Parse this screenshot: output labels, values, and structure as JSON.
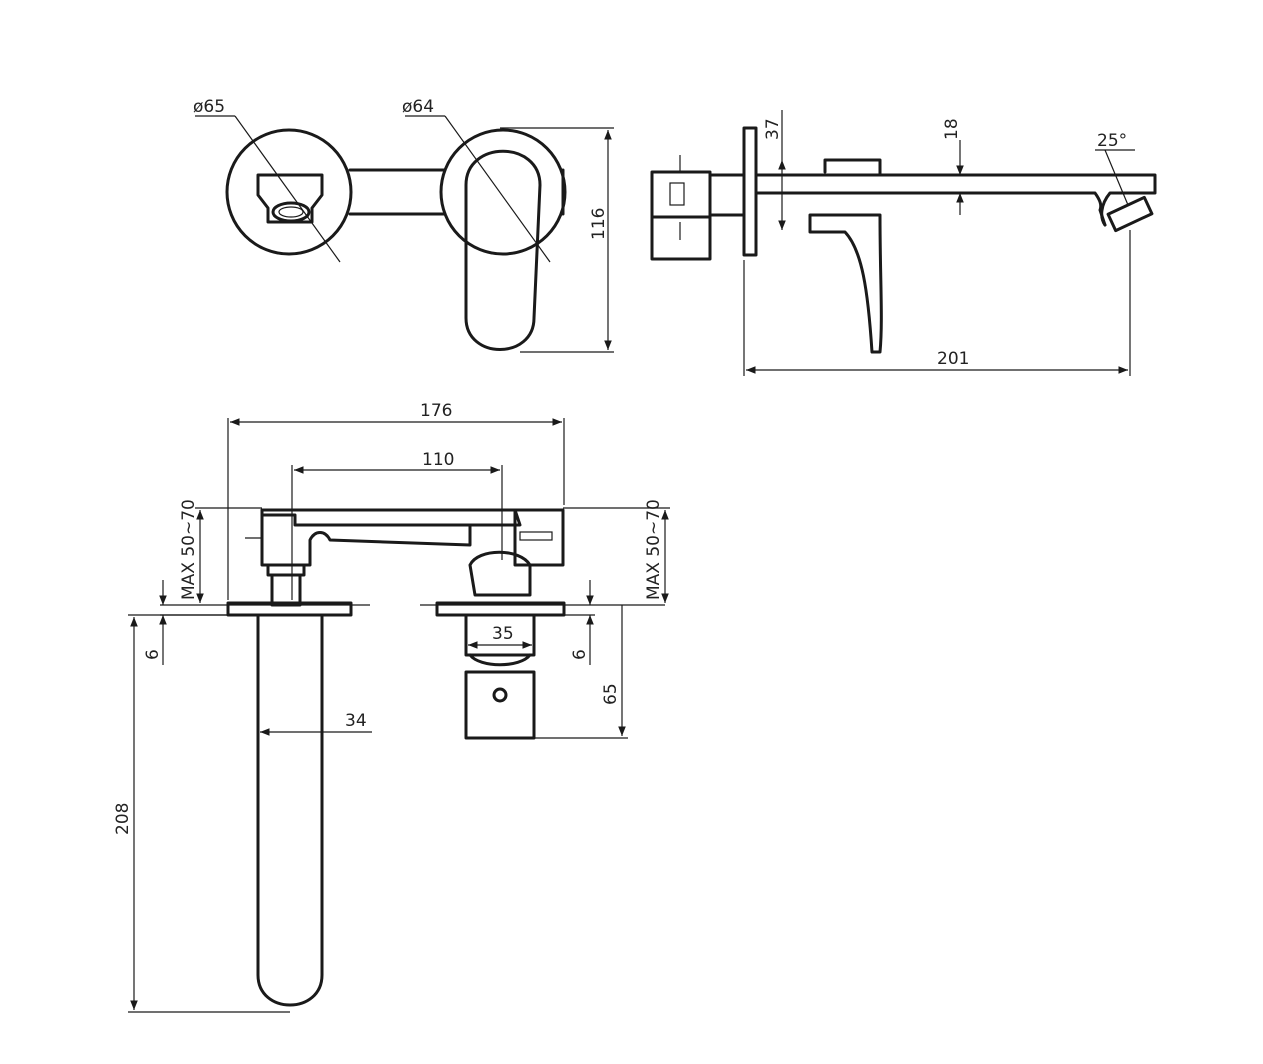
{
  "front_view": {
    "dia_left": "ø65",
    "dia_right": "ø64",
    "height": "116"
  },
  "side_view": {
    "backplate": "37",
    "spout_height": "18",
    "angle": "25°",
    "length": "201"
  },
  "top_view": {
    "overall_width": "176",
    "centers": "110",
    "wall_depth_left": "MAX 50~70",
    "wall_depth_right": "MAX 50~70",
    "plate_left": "6",
    "plate_right": "6",
    "body_width": "35",
    "body_depth": "65",
    "spout_width": "34",
    "spout_length": "208"
  },
  "colors": {
    "stroke": "#1a1a1a",
    "background": "#ffffff"
  }
}
